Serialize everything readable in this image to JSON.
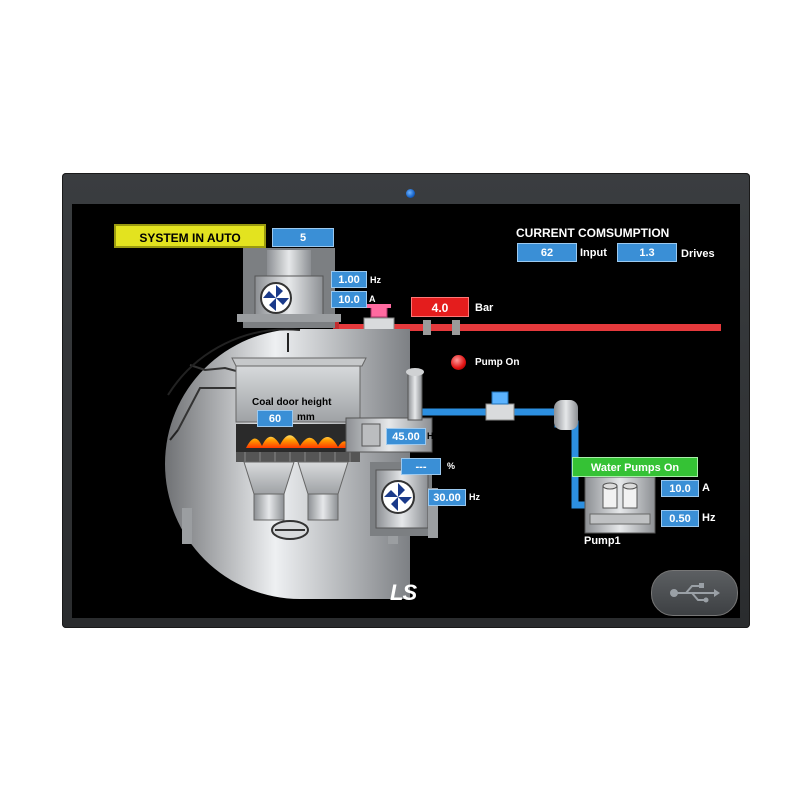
{
  "header": {
    "mode_label": "SYSTEM IN AUTO",
    "mode_value": "5"
  },
  "consumption": {
    "title": "CURRENT COMSUMPTION",
    "input_value": "62",
    "input_label": "Input",
    "drives_value": "1.3",
    "drives_label": "Drives"
  },
  "top_fan": {
    "hz_value": "1.00",
    "hz_unit": "Hz",
    "amp_value": "10.0",
    "amp_unit": "A"
  },
  "steam": {
    "pressure_value": "4.0",
    "pressure_unit": "Bar",
    "pump_status": "Pump On"
  },
  "boiler": {
    "coal_door_label": "Coal door height",
    "coal_door_value": "60",
    "coal_door_unit": "mm",
    "feeder_hz_value": "45.00",
    "feeder_hz_unit": "Hz",
    "percent_value": "---",
    "percent_unit": "%",
    "bottom_fan_hz_value": "30.00",
    "bottom_fan_hz_unit": "Hz"
  },
  "water_pumps": {
    "status_label": "Water Pumps On",
    "amp_value": "10.0",
    "amp_unit": "A",
    "hz_value": "0.50",
    "hz_unit": "Hz",
    "pump_name": "Pump1"
  },
  "brand": {
    "logo_text": "LS"
  },
  "icons": [
    "fan-icon",
    "flame-icon",
    "valve-icon",
    "pump-indicator-icon",
    "water-pump-icon",
    "usb-icon",
    "camera-icon"
  ],
  "colors": {
    "value_box": "#3a8fd6",
    "auto_banner": "#e3e31f",
    "pressure_alarm": "#e41d1d",
    "water_pumps_on": "#35c235",
    "steam_pipe": "#e5393c",
    "water_pipe": "#2c8fe0"
  }
}
